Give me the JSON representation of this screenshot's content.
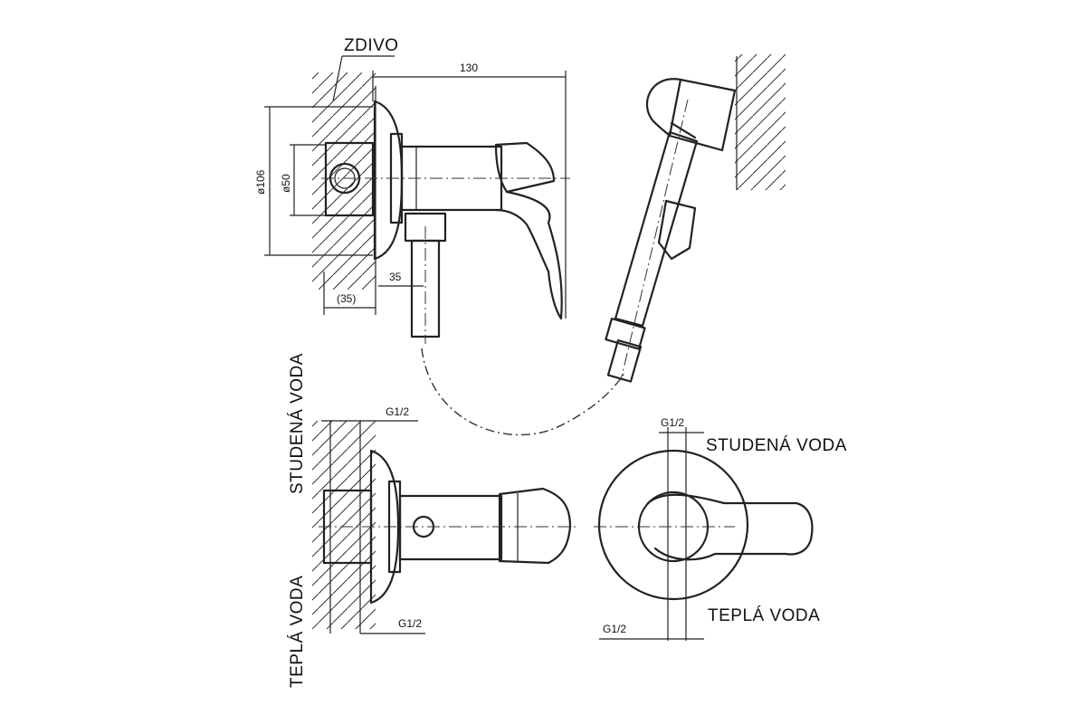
{
  "labels": {
    "zdivo": "ZDIVO",
    "dim_130": "130",
    "dim_106": "ø106",
    "dim_50": "ø50",
    "dim_35": "35",
    "dim_35_paren": "(35)",
    "g12": "G1/2",
    "studena_voda": "STUDENÁ VODA",
    "tepla_voda": "TEPLÁ VODA"
  },
  "colors": {
    "line": "#222222",
    "background": "#ffffff"
  }
}
